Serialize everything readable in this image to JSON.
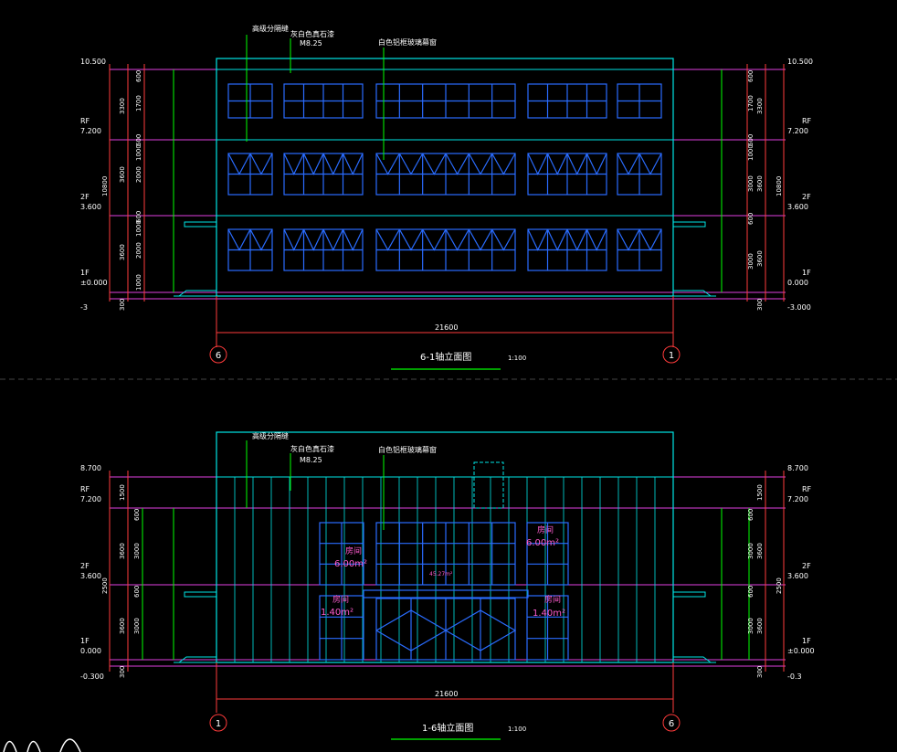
{
  "top": {
    "title": "6-1轴立面图",
    "scale": "1:100",
    "width_dim": "21600",
    "axis_left": "6",
    "axis_right": "1",
    "notes": [
      "高级分隔缝",
      "灰白色真石漆",
      "白色铝框玻璃幕窗"
    ],
    "note_sub": "M8.25",
    "left_levels": [
      {
        "label": "",
        "value": "10.500"
      },
      {
        "label": "RF",
        "value": "7.200"
      },
      {
        "label": "2F",
        "value": "3.600"
      },
      {
        "label": "1F",
        "value": "±0.000"
      },
      {
        "label": "",
        "value": "-3"
      }
    ],
    "right_levels": [
      {
        "label": "",
        "value": "10.500"
      },
      {
        "label": "RF",
        "value": "7.200"
      },
      {
        "label": "2F",
        "value": "3.600"
      },
      {
        "label": "1F",
        "value": "0.000"
      },
      {
        "label": "",
        "value": "-3.000"
      }
    ],
    "left_dims_outer": [
      "3300",
      "3600",
      "3600",
      "300"
    ],
    "left_dims_inner": [
      "600",
      "1700",
      "600",
      "1000",
      "2000",
      "600",
      "1000",
      "2000",
      "1000"
    ],
    "left_total": "10800",
    "right_dims_outer": [
      "3300",
      "3600",
      "3600",
      "300"
    ],
    "right_dims_inner": [
      "600",
      "1700",
      "600",
      "1000",
      "3000",
      "600",
      "3000"
    ],
    "right_total": "10800"
  },
  "bottom": {
    "title": "1-6轴立面图",
    "scale": "1:100",
    "width_dim": "21600",
    "axis_left": "1",
    "axis_right": "6",
    "notes": [
      "高级分隔缝",
      "灰白色真石漆",
      "白色铝框玻璃幕窗"
    ],
    "note_sub": "M8.25",
    "left_levels": [
      {
        "label": "",
        "value": "8.700"
      },
      {
        "label": "RF",
        "value": "7.200"
      },
      {
        "label": "2F",
        "value": "3.600"
      },
      {
        "label": "1F",
        "value": "0.000"
      },
      {
        "label": "",
        "value": "-0.300"
      }
    ],
    "right_levels": [
      {
        "label": "",
        "value": "8.700"
      },
      {
        "label": "RF",
        "value": "7.200"
      },
      {
        "label": "2F",
        "value": "3.600"
      },
      {
        "label": "1F",
        "value": "±0.000"
      },
      {
        "label": "",
        "value": "-0.3"
      }
    ],
    "left_dims_outer": [
      "1500",
      "3600",
      "3600",
      "300"
    ],
    "left_dims_inner": [
      "600",
      "3000",
      "600",
      "3000"
    ],
    "right_dims_outer": [
      "1500",
      "3600",
      "3600",
      "300"
    ],
    "right_dims_inner": [
      "600",
      "3000",
      "600",
      "3000"
    ],
    "left_total": "2500",
    "right_total": "2500",
    "rooms": [
      {
        "name": "房间",
        "area": "6.00m²"
      },
      {
        "name": "房间",
        "area": "6.00m²"
      },
      {
        "name": "房间",
        "area": "1.40m²"
      },
      {
        "name": "房间",
        "area": "1.40m²"
      }
    ],
    "center_note": "45.27m²"
  },
  "colors": {
    "frame": "#00e5e5",
    "window": "#2a6cff",
    "level": "#e040e0",
    "dimension": "#ff3b3b",
    "text": "#ffffff",
    "leader": "#00ff00"
  }
}
